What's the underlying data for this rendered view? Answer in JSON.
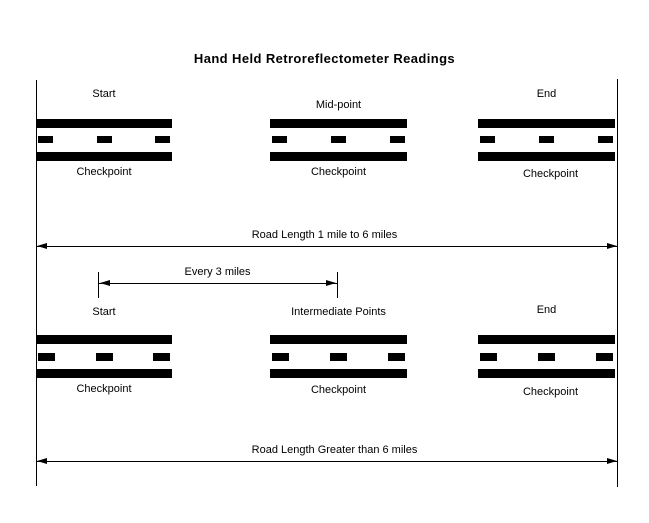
{
  "title": "Hand Held Retroreflectometer Readings",
  "colors": {
    "ink": "#000000",
    "background": "#ffffff"
  },
  "rows": [
    {
      "segments": [
        {
          "label": "Start",
          "checkpoint": "Checkpoint"
        },
        {
          "label": "Mid-point",
          "checkpoint": "Checkpoint"
        },
        {
          "label": "End",
          "checkpoint": "Checkpoint"
        }
      ],
      "extent_label": "Road Length 1 mile to 6 miles"
    },
    {
      "segments": [
        {
          "label": "Start",
          "checkpoint": "Checkpoint"
        },
        {
          "label": "Intermediate Points",
          "checkpoint": "Checkpoint"
        },
        {
          "label": "End",
          "checkpoint": "Checkpoint"
        }
      ],
      "dimension_label": "Every 3 miles",
      "extent_label": "Road Length Greater than 6 miles"
    }
  ]
}
